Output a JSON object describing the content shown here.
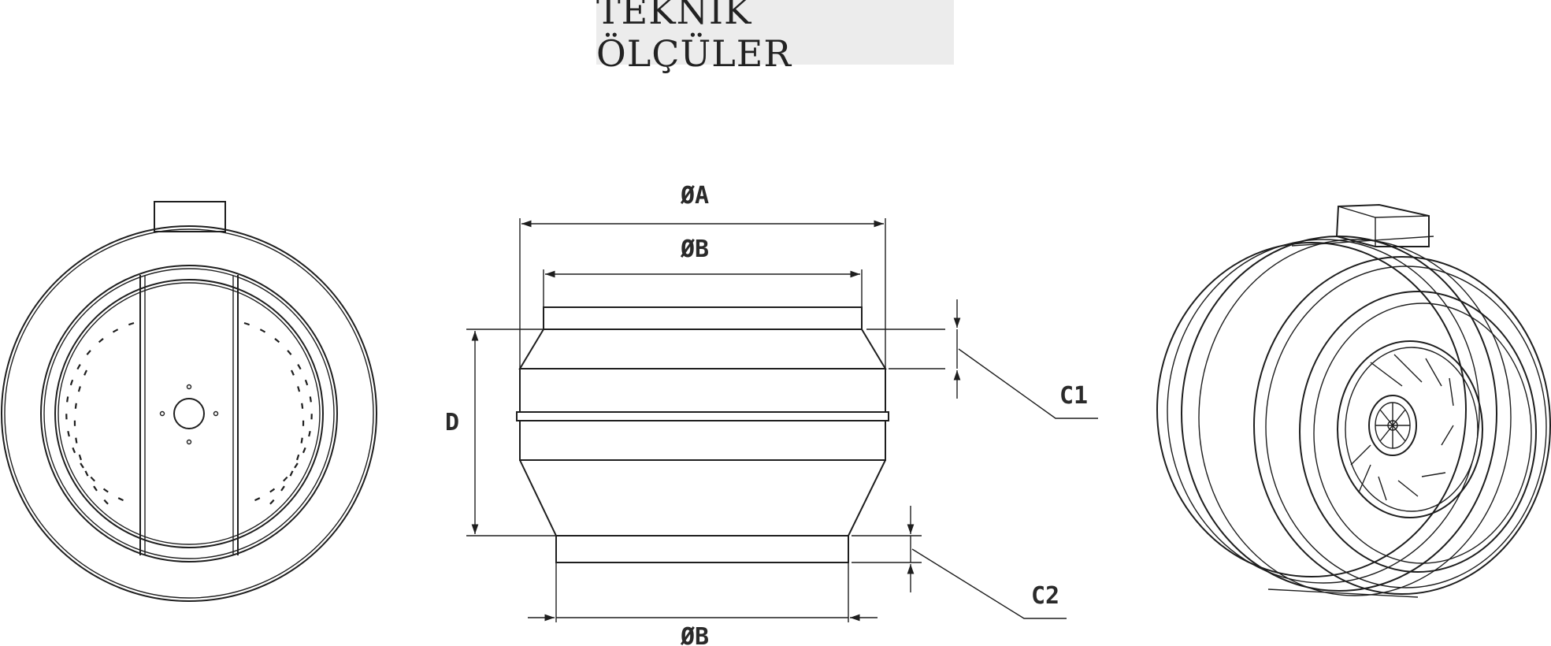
{
  "title": "TEKNİK ÖLÇÜLER",
  "dimensions": {
    "outer_diameter": "ØA",
    "inlet_diameter_top": "ØB",
    "inlet_diameter_bottom": "ØB",
    "height": "D",
    "collar_top": "C1",
    "collar_bottom": "C2"
  },
  "colors": {
    "line": "#1e1e1e",
    "title_bg": "#ececec",
    "background": "#ffffff"
  }
}
